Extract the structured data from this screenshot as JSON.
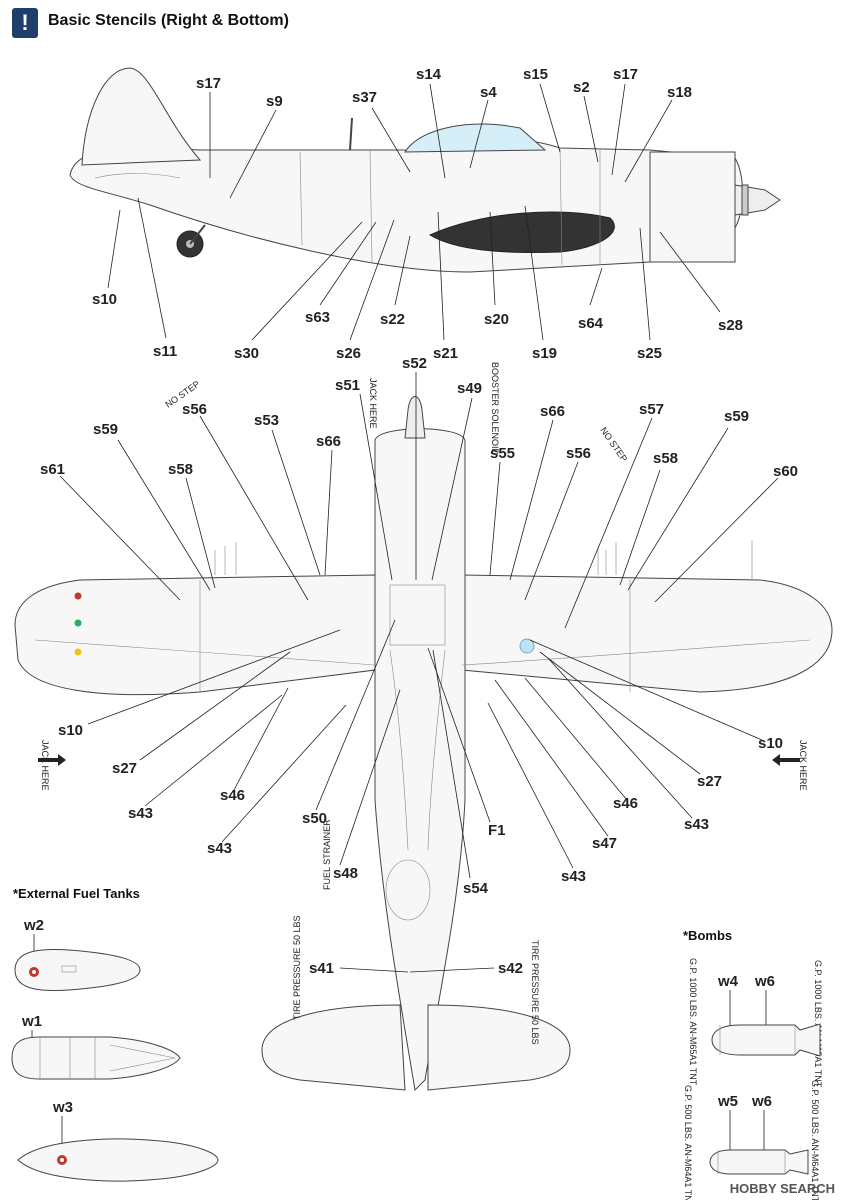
{
  "header": {
    "badge": "!",
    "title": "Basic Stencils (Right & Bottom)"
  },
  "side_labels": [
    "s17",
    "s9",
    "s37",
    "s14",
    "s4",
    "s15",
    "s2",
    "s17",
    "s18",
    "s10",
    "s11",
    "s30",
    "s63",
    "s26",
    "s22",
    "s21",
    "s20",
    "s19",
    "s64",
    "s25",
    "s28"
  ],
  "bottom_labels": [
    "s52",
    "s51",
    "s49",
    "s59",
    "s56",
    "s53",
    "s66",
    "s55",
    "s66",
    "s56",
    "s57",
    "s58",
    "s59",
    "s61",
    "s58",
    "s60",
    "s10",
    "s27",
    "s43",
    "s46",
    "s43",
    "s50",
    "s48",
    "F1",
    "s54",
    "s47",
    "s46",
    "s43",
    "s27",
    "s10",
    "s43",
    "s41",
    "s42"
  ],
  "notes": {
    "no_step": "NO STEP",
    "jack_here": "JACK HERE",
    "fuel_strainer": "FUEL STRAINER",
    "booster_solenoid": "BOOSTER SOLENOID",
    "tire_pressure": "TIRE PRESSURE 50 LBS"
  },
  "fuel_tanks": {
    "title": "*External Fuel Tanks",
    "labels": [
      "w2",
      "w1",
      "w3"
    ]
  },
  "bombs": {
    "title": "*Bombs",
    "labels": [
      "w4",
      "w6",
      "w5",
      "w6"
    ],
    "text_1000": "G.P. 1000 LBS. AN-M65A1 TNT",
    "text_500": "G.P. 500 LBS. AN-M64A1 TNT"
  },
  "watermark": "HOBBY SEARCH"
}
